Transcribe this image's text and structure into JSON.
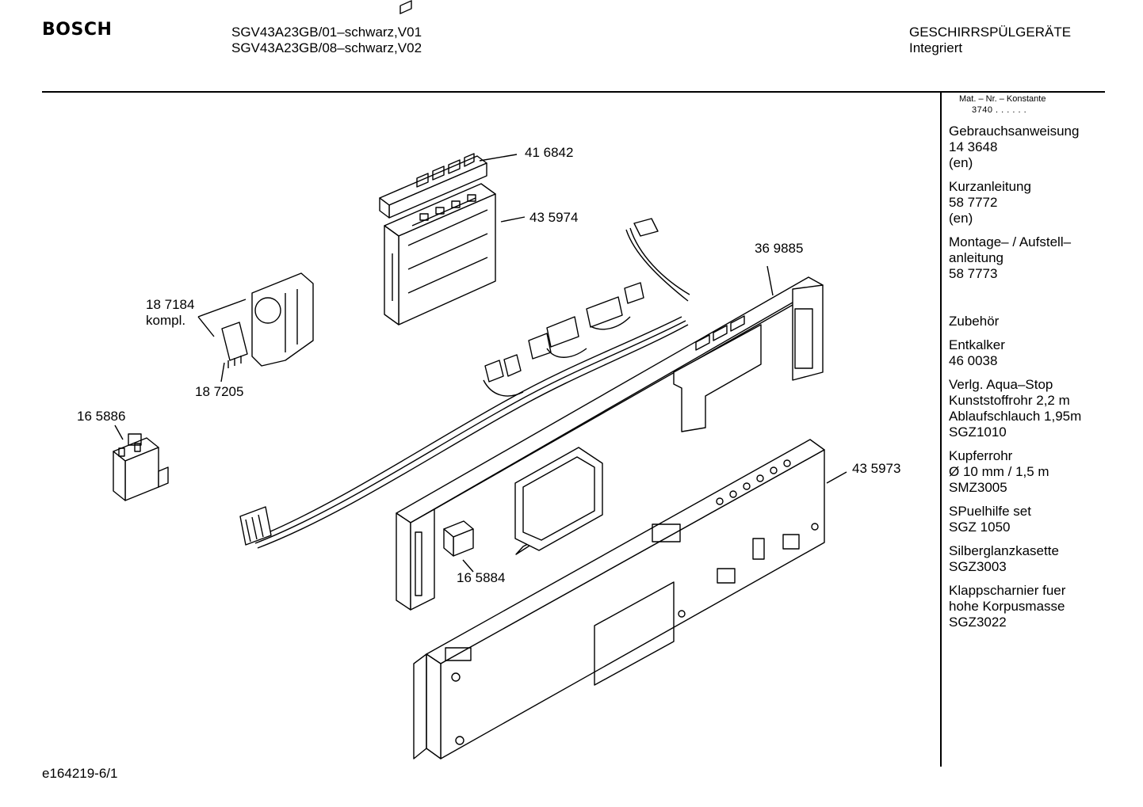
{
  "header": {
    "brand": "BOSCH",
    "models": [
      "SGV43A23GB/01–schwarz,V01",
      "SGV43A23GB/08–schwarz,V02"
    ],
    "category": "GESCHIRRSPÜLGERÄTE",
    "subcategory": "Integriert"
  },
  "sidebar": {
    "mat_header": "Mat. – Nr. – Konstante",
    "mat_value": "3740 . . . . . .",
    "groups": [
      [
        "Gebrauchsanweisung",
        "14 3648",
        "(en)"
      ],
      [
        "Kurzanleitung",
        "58 7772",
        "(en)"
      ],
      [
        "Montage– / Aufstell–",
        "anleitung",
        "58 7773"
      ],
      [
        ""
      ],
      [
        "Zubehör"
      ],
      [
        "Entkalker",
        "46 0038"
      ],
      [
        "Verlg. Aqua–Stop",
        "Kunststoffrohr 2,2 m",
        "Ablaufschlauch 1,95m",
        "SGZ1010"
      ],
      [
        "Kupferrohr",
        "Ø 10 mm / 1,5 m",
        "SMZ3005"
      ],
      [
        "SPuelhilfe set",
        "SGZ 1050"
      ],
      [
        "Silberglanzkasette",
        "SGZ3003"
      ],
      [
        "Klappscharnier fuer",
        "hohe Korpusmasse",
        "SGZ3022"
      ]
    ]
  },
  "parts": {
    "p416842": "41 6842",
    "p435974": "43 5974",
    "p369885": "36 9885",
    "p187184": "18 7184",
    "p187184_note": "kompl.",
    "p187205": "18 7205",
    "p165886": "16 5886",
    "p435973": "43 5973",
    "p165884": "16 5884"
  },
  "footer": {
    "drawing_id": "e164219-6/1"
  }
}
